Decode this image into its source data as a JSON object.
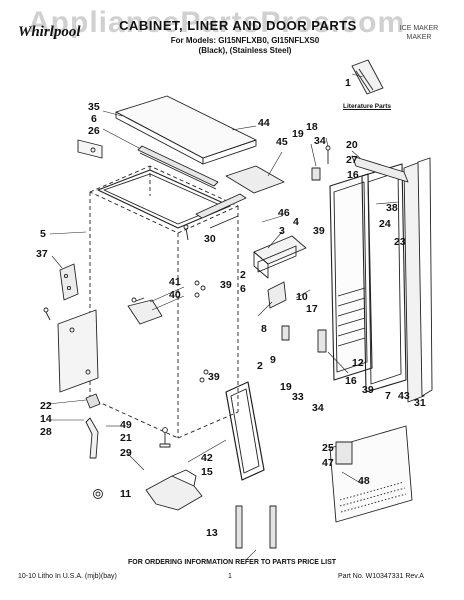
{
  "watermark": "AppliancePartsPros.com",
  "logo": "Whirlpool",
  "title": "CABINET, LINER AND DOOR PARTS",
  "subtitle": {
    "line1": "For Models: GI15NFLXB0, GI15NFLXS0",
    "line2": "(Black),  (Stainless Steel)"
  },
  "doc_stamp": {
    "line1": "ICE MAKER",
    "line2": "MAKER"
  },
  "literature_label": "Literature Parts",
  "callouts": [
    {
      "id": "c35",
      "text": "35"
    },
    {
      "id": "c6a",
      "text": "6"
    },
    {
      "id": "c26",
      "text": "26"
    },
    {
      "id": "c44",
      "text": "44"
    },
    {
      "id": "c1",
      "text": "1"
    },
    {
      "id": "c19a",
      "text": "19"
    },
    {
      "id": "c18",
      "text": "18"
    },
    {
      "id": "c34a",
      "text": "34"
    },
    {
      "id": "c45",
      "text": "45"
    },
    {
      "id": "c20",
      "text": "20"
    },
    {
      "id": "c27",
      "text": "27"
    },
    {
      "id": "c16a",
      "text": "16"
    },
    {
      "id": "c46",
      "text": "46"
    },
    {
      "id": "c4",
      "text": "4"
    },
    {
      "id": "c3",
      "text": "3"
    },
    {
      "id": "c30",
      "text": "30"
    },
    {
      "id": "c39a",
      "text": "39"
    },
    {
      "id": "c38",
      "text": "38"
    },
    {
      "id": "c24",
      "text": "24"
    },
    {
      "id": "c23",
      "text": "23"
    },
    {
      "id": "c5",
      "text": "5"
    },
    {
      "id": "c37",
      "text": "37"
    },
    {
      "id": "c41",
      "text": "41"
    },
    {
      "id": "c40",
      "text": "40"
    },
    {
      "id": "c39b",
      "text": "39"
    },
    {
      "id": "c2a",
      "text": "2"
    },
    {
      "id": "c6b",
      "text": "6"
    },
    {
      "id": "c10",
      "text": "10"
    },
    {
      "id": "c17",
      "text": "17"
    },
    {
      "id": "c8",
      "text": "8"
    },
    {
      "id": "c2b",
      "text": "2"
    },
    {
      "id": "c9",
      "text": "9"
    },
    {
      "id": "c19b",
      "text": "19"
    },
    {
      "id": "c16b",
      "text": "16"
    },
    {
      "id": "c39c",
      "text": "39"
    },
    {
      "id": "c39d",
      "text": "39"
    },
    {
      "id": "c12",
      "text": "12"
    },
    {
      "id": "c33",
      "text": "33"
    },
    {
      "id": "c34b",
      "text": "34"
    },
    {
      "id": "c7",
      "text": "7"
    },
    {
      "id": "c43",
      "text": "43"
    },
    {
      "id": "c31",
      "text": "31"
    },
    {
      "id": "c22",
      "text": "22"
    },
    {
      "id": "c14",
      "text": "14"
    },
    {
      "id": "c28",
      "text": "28"
    },
    {
      "id": "c49",
      "text": "49"
    },
    {
      "id": "c21",
      "text": "21"
    },
    {
      "id": "c42",
      "text": "42"
    },
    {
      "id": "c15",
      "text": "15"
    },
    {
      "id": "c29",
      "text": "29"
    },
    {
      "id": "c11",
      "text": "11"
    },
    {
      "id": "c25",
      "text": "25"
    },
    {
      "id": "c47",
      "text": "47"
    },
    {
      "id": "c48",
      "text": "48"
    },
    {
      "id": "c13",
      "text": "13"
    }
  ],
  "footer": {
    "ordering": "FOR ORDERING INFORMATION REFER TO PARTS PRICE LIST",
    "left": "10-10 Litho In U.S.A. (mjb)(bay)",
    "page": "1",
    "right": "Part No. W10347331 Rev.A"
  }
}
